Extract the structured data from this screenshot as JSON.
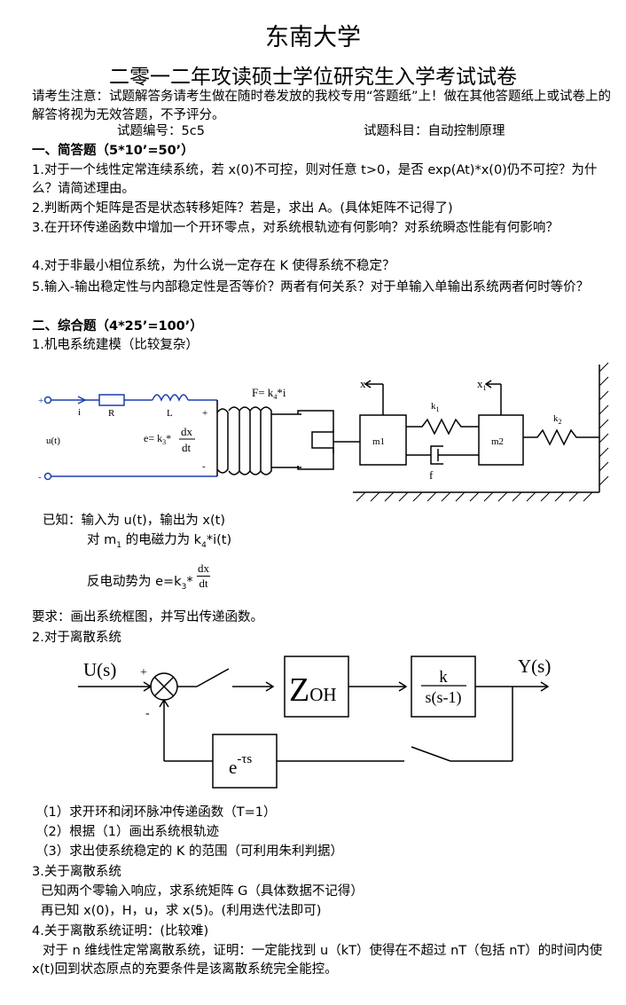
{
  "header": {
    "university": "东南大学",
    "exam_title": "二零一二年攻读硕士学位研究生入学考试试卷"
  },
  "notice": "请考生注意：试题解答务请考生做在随时卷发放的我校专用“答题纸”上！做在其他答题纸上或试卷上的解答将视为无效答题，不予评分。",
  "exam_code": "试题编号：5c5",
  "exam_subject": "试题科目：自动控制原理",
  "section1": {
    "heading": "一、简答题（5*10’=50’）",
    "q1": "1.对于一个线性定常连续系统，若 x(0)不可控，则对任意 t>0，是否 exp(At)*x(0)仍不可控？为什么？请简述理由。",
    "q2": "2.判断两个矩阵是否是状态转移矩阵？若是，求出 A。(具体矩阵不记得了)",
    "q3": "3.在开环传递函数中增加一个开环零点，对系统根轨迹有何影响？对系统瞬态性能有何影响？",
    "q4": "4.对于非最小相位系统，为什么说一定存在 K 使得系统不稳定？",
    "q5": "5.输入-输出稳定性与内部稳定性是否等价？两者有何关系？对于单输入单输出系统两者何时等价？"
  },
  "section2": {
    "heading": "二、综合题（4*25’=100’）",
    "p1_title": "1.机电系统建模（比较复杂）",
    "fig1": {
      "plus": "+",
      "minus": "-",
      "i": "i",
      "R": "R",
      "L": "L",
      "u": "u(t)",
      "e_label": "e= k",
      "e_sub": "3",
      "e_tail": "*",
      "dx": "dx",
      "dt": "dt",
      "coil_plus": "+",
      "coil_minus": "-",
      "F_label": "F= k",
      "F_sub": "4",
      "F_tail": "*i",
      "x": "x",
      "x1": "x",
      "x1_sub": "1",
      "k1": "k",
      "k1_sub": "1",
      "k2": "k",
      "k2_sub": "2",
      "m1": "m1",
      "m2": "m2",
      "f": "f"
    },
    "given_a": "已知：输入为 u(t)，输出为 x(t)",
    "given_b_pre": "对 m",
    "given_b_sub": "1",
    "given_b_mid": " 的电磁力为 k",
    "given_b_sub2": "4",
    "given_b_post": "*i(t)",
    "given_c_pre": "反电动势为 e=k",
    "given_c_sub": "3",
    "given_c_star": "*",
    "given_c_num": "dx",
    "given_c_den": "dt",
    "require": "要求：画出系统框图，并写出传递函数。",
    "p2_title": "2.对于离散系统",
    "fig2": {
      "input": "U(s)",
      "output": "Y(s)",
      "plus": "+",
      "minus": "-",
      "zoh_Z": "Z",
      "zoh_OH": "OH",
      "g_num": "k",
      "g_den": "s(s-1)",
      "delay_base": "e",
      "delay_exp": "-τs"
    },
    "p2_a": "（1）求开环和闭环脉冲传递函数（T=1）",
    "p2_b": "（2）根据（1）画出系统根轨迹",
    "p2_c": "（3）求出使系统稳定的 K 的范围（可利用朱利判据）",
    "p3_title": "3.关于离散系统",
    "p3_a": "已知两个零输入响应，求系统矩阵 G（具体数据不记得）",
    "p3_b": "再已知 x(0)，H，u，求 x(5)。(利用迭代法即可)",
    "p4_title": "4.关于离散系统证明：(比较难)",
    "p4_body": "对于 n 维线性定常离散系统，证明：一定能找到 u（kT）使得在不超过 nT（包括 nT）的时间内使 x(t)回到状态原点的充要条件是该离散系统完全能控。"
  }
}
